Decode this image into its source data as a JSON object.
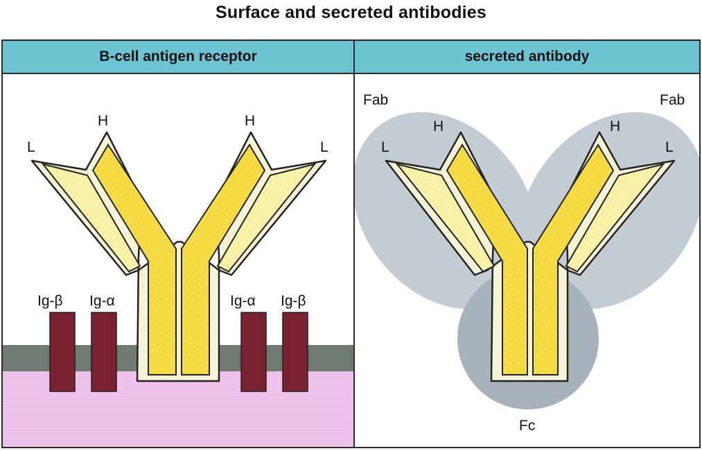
{
  "title": "Surface and secreted antibodies",
  "panels": {
    "left": {
      "header": "B-cell antigen receptor",
      "labels": {
        "heavy_left": "H",
        "heavy_right": "H",
        "light_left": "L",
        "light_right": "L",
        "ig_beta_left": "Ig-β",
        "ig_alpha_left": "Ig-α",
        "ig_alpha_right": "Ig-α",
        "ig_beta_right": "Ig-β"
      }
    },
    "right": {
      "header": "secreted antibody",
      "labels": {
        "fab_left": "Fab",
        "fab_right": "Fab",
        "fc": "Fc",
        "heavy_left": "H",
        "heavy_right": "H",
        "light_left": "L",
        "light_right": "L"
      }
    }
  },
  "colors": {
    "header_bg": "#6cc4d2",
    "heavy_chain": "#f3d93c",
    "light_chain": "#f8ef9c",
    "chain_outline": "#f7f3d6",
    "membrane": "#6f7a72",
    "cytoplasm": "#efc4ec",
    "ig_proteins": "#7a2230",
    "fab_region": "#c3ccd2",
    "fc_region": "#a8b2ba"
  }
}
